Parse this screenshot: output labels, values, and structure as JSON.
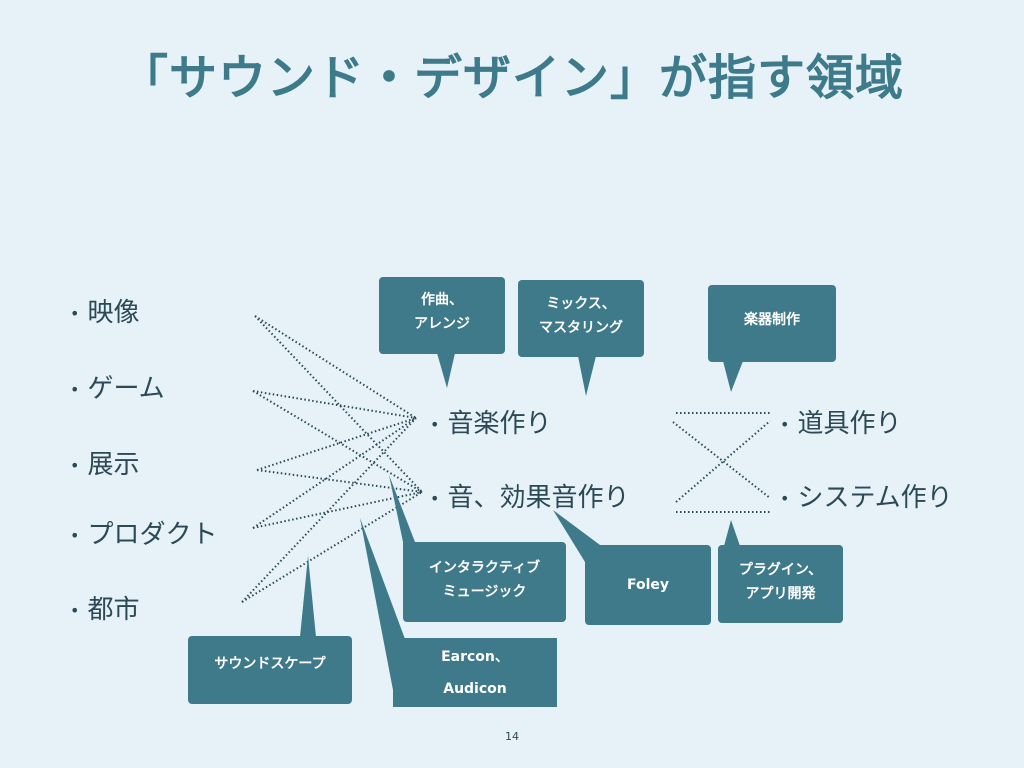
{
  "title": "「サウンド・デザイン」が指す領域",
  "left_items": [
    "映像",
    "ゲーム",
    "展示",
    "プロダクト",
    "都市"
  ],
  "middle_items": [
    "音楽作り",
    "音、効果音作り"
  ],
  "right_items": [
    "道具作り",
    "システム作り"
  ],
  "callouts": {
    "compose": [
      "作曲、",
      "アレンジ"
    ],
    "mix": [
      "ミックス、",
      "マスタリング"
    ],
    "instrument": [
      "楽器制作"
    ],
    "interactive": [
      "インタラクティブ",
      "ミュージック"
    ],
    "foley": [
      "Foley"
    ],
    "plugin": [
      "プラグイン、",
      "アプリ開発"
    ],
    "soundscape": [
      "サウンドスケープ"
    ],
    "earcon": [
      "Earcon、",
      "Audicon"
    ]
  },
  "bullet": "•",
  "page_number": "14",
  "colors": {
    "background": "#e6f1f8",
    "accent": "#3f7a8a",
    "text": "#2b4a55"
  }
}
